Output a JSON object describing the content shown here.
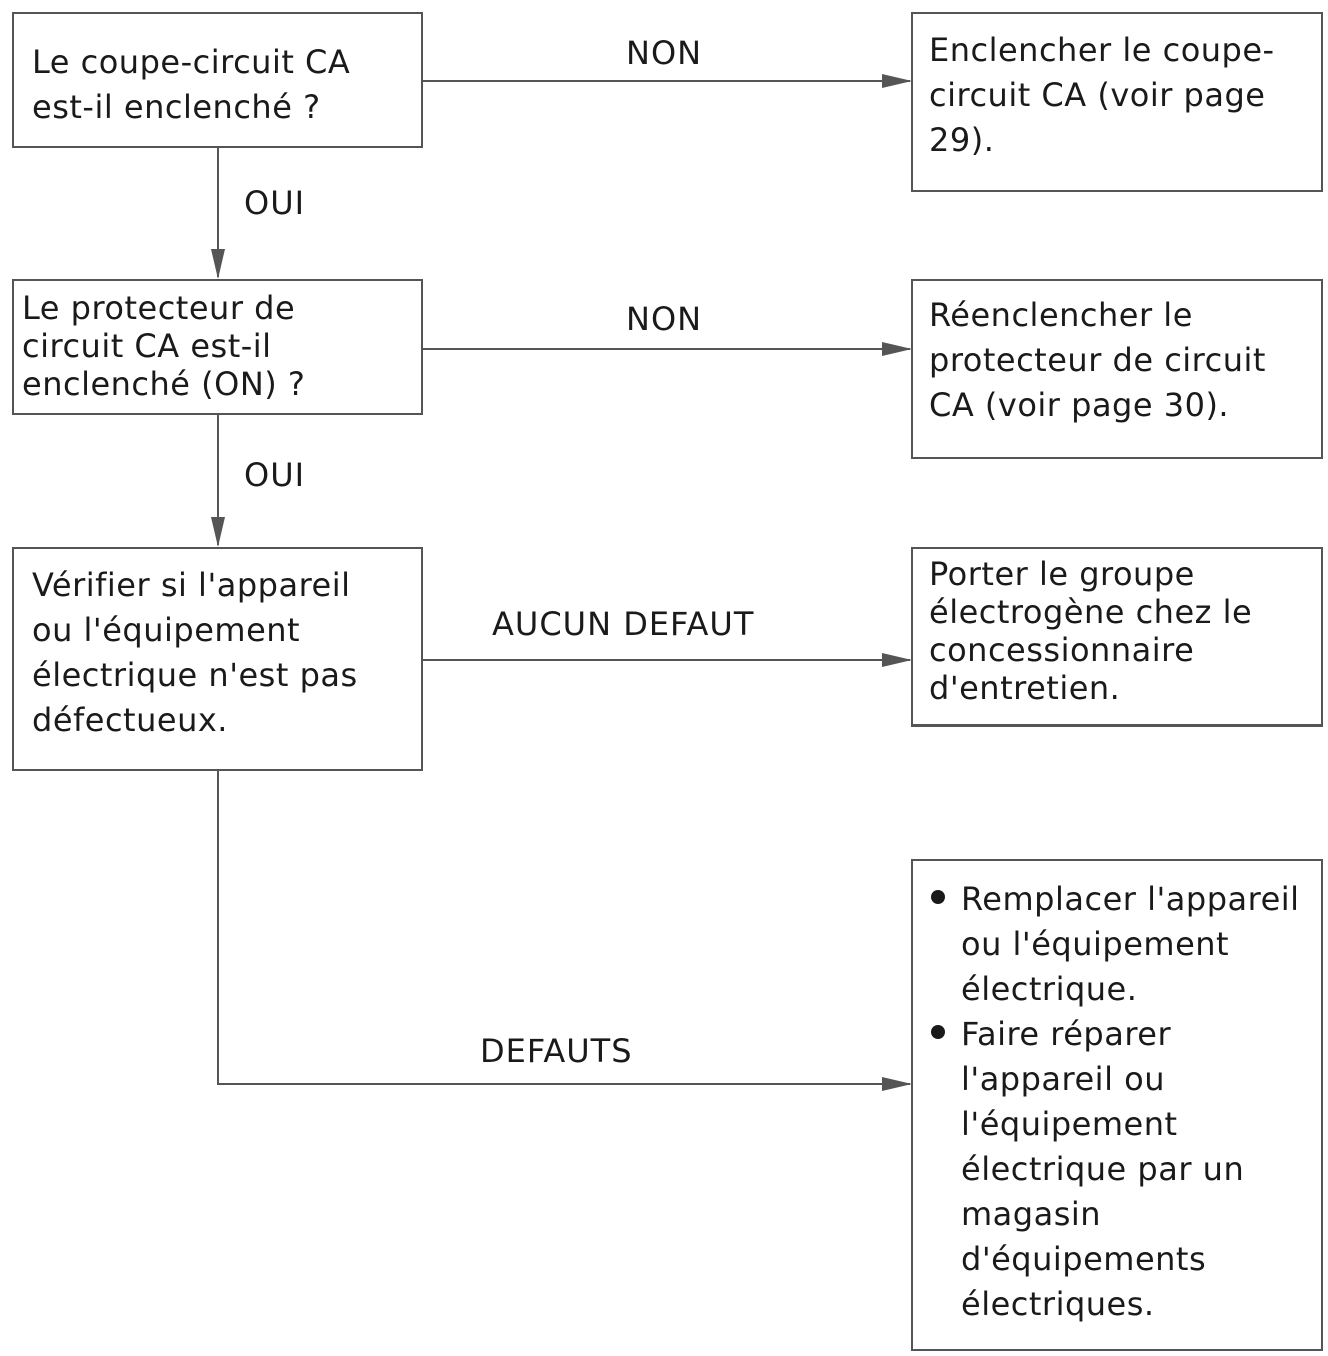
{
  "questions": {
    "q1": "Le coupe-circuit CA\nest-il enclenché ?",
    "q2": "Le protecteur de\ncircuit CA est-il\nenclenché (ON) ?",
    "q3": "Vérifier si l'appareil\nou l'équipement\nélectrique n'est pas\ndéfectueux."
  },
  "actions": {
    "a1": "Enclencher le coupe-\ncircuit CA (voir page\n29).",
    "a2": "Réenclencher le\nprotecteur de circuit\nCA (voir page 30).",
    "a3": "Porter le groupe\nélectrogène chez le\nconcessionnaire\nd'entretien.",
    "a4": [
      "Remplacer l'appareil\nou l'équipement\nélectrique.",
      "Faire réparer\nl'appareil ou\nl'équipement\nélectrique par un\nmagasin\nd'équipements\nélectriques."
    ]
  },
  "edge_labels": {
    "no1": "NON",
    "no2": "NON",
    "yes1": "OUI",
    "yes2": "OUI",
    "no_fault": "AUCUN DEFAUT",
    "faults": "DEFAUTS"
  }
}
